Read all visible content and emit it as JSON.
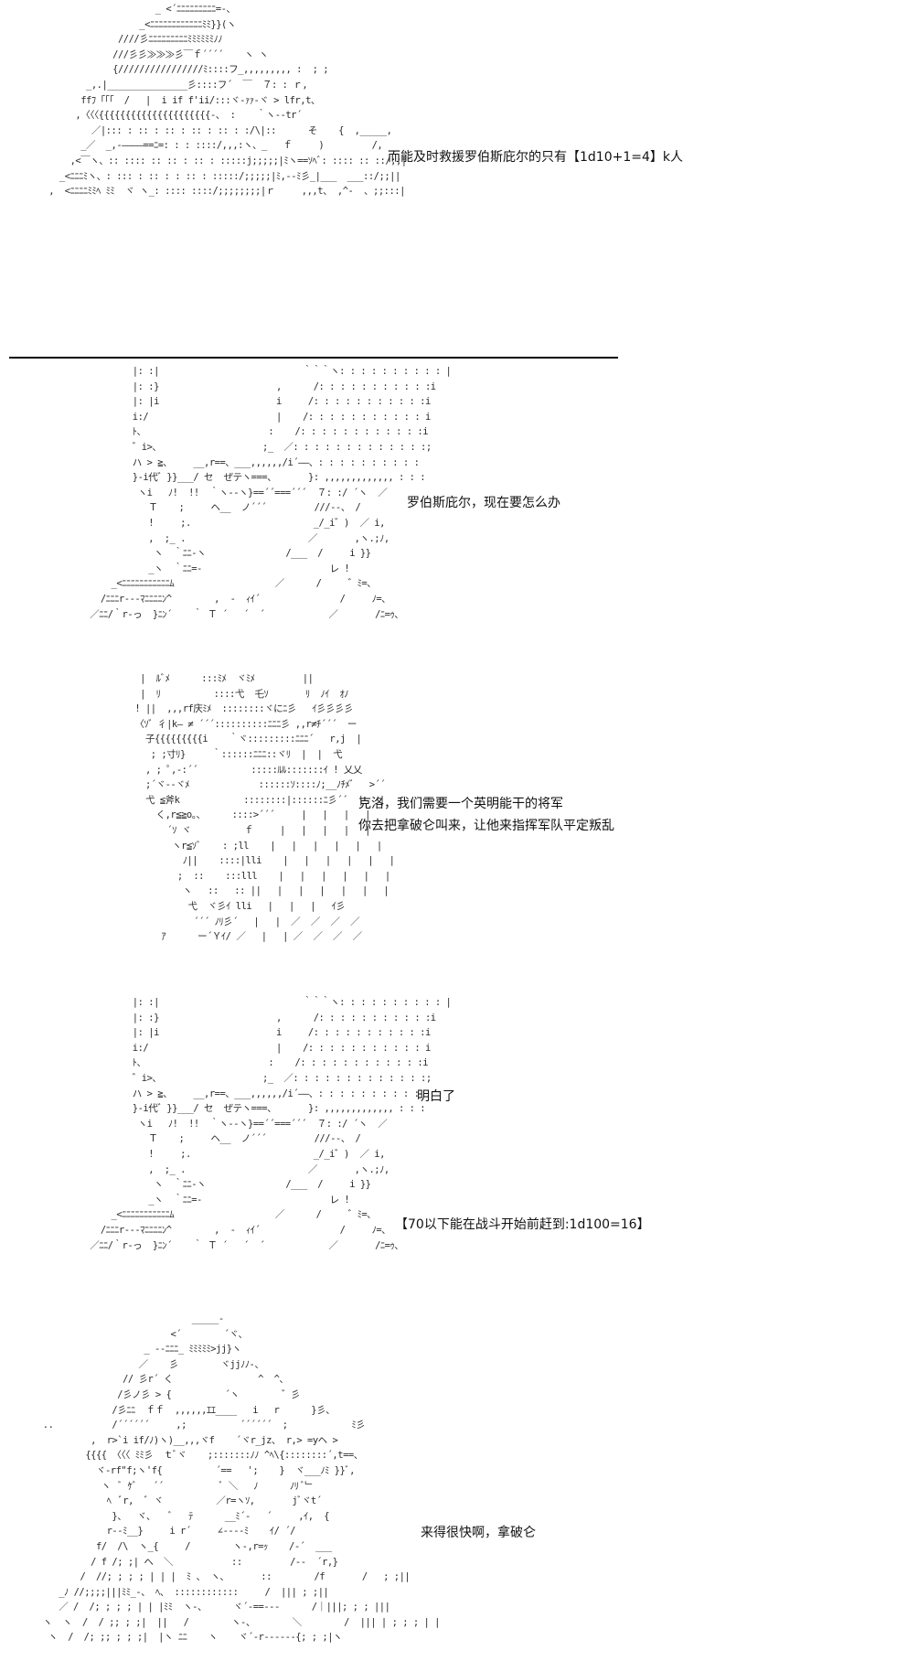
{
  "panels": [
    {
      "dialogue": [
        "而能及时救援罗伯斯庇尔的只有【1d10+1=4】k人"
      ]
    },
    {
      "dialogue": [
        "罗伯斯庇尔，现在要怎么办"
      ]
    },
    {
      "dialogue": [
        "克洛，我们需要一个英明能干的将军",
        "你去把拿破仑叫来，让他来指挥军队平定叛乱"
      ]
    },
    {
      "dialogue": [
        "明白了",
        "【70以下能在战斗开始前赶到:1d100=16】"
      ]
    },
    {
      "dialogue": [
        "来得很快啊，拿破仑"
      ]
    }
  ]
}
